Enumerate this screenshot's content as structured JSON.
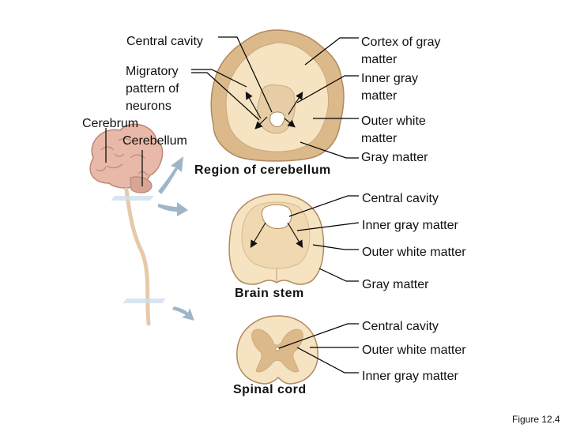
{
  "labels": {
    "central_cavity_top": "Central cavity",
    "migratory": "Migratory pattern of neurons",
    "cerebrum": "Cerebrum",
    "cerebellum": "Cerebellum",
    "cortex_gray": "Cortex of gray matter",
    "inner_gray_top": "Inner gray matter",
    "outer_white_top": "Outer white matter",
    "gray_matter_top": "Gray matter",
    "region_cerebellum": "Region of cerebellum",
    "central_cavity_mid": "Central cavity",
    "inner_gray_mid": "Inner gray matter",
    "outer_white_mid": "Outer white matter",
    "gray_matter_mid": "Gray matter",
    "brain_stem": "Brain stem",
    "central_cavity_bottom": "Central cavity",
    "outer_white_bottom": "Outer white matter",
    "inner_gray_bottom": "Inner gray matter",
    "spinal_cord": "Spinal cord",
    "figure": "Figure 12.4"
  },
  "colors": {
    "white_matter": "#f5e3c2",
    "gray_matter": "#dcb98a",
    "outline": "#b08a5e",
    "arrow_blue": "#9fb6c8",
    "brain_pink": "#e8b9a8",
    "leader": "#000000"
  }
}
